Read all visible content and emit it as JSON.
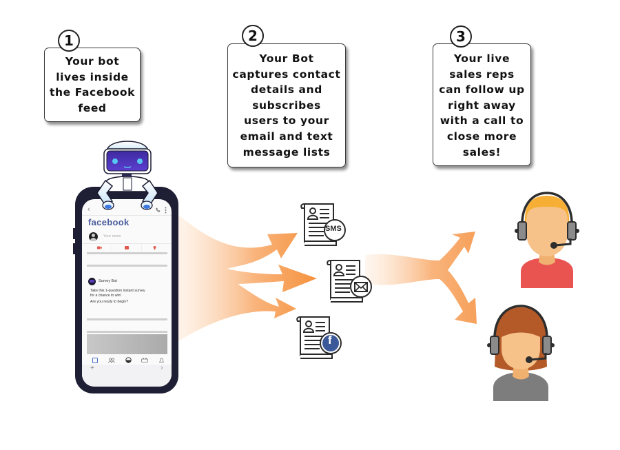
{
  "steps": [
    {
      "number": "1",
      "lines": [
        "Your bot",
        "lives inside",
        "the Facebook",
        "feed"
      ]
    },
    {
      "number": "2",
      "lines": [
        "Your Bot",
        "captures contact",
        "details and",
        "subscribes",
        "users to your",
        "email and text",
        "message lists"
      ]
    },
    {
      "number": "3",
      "lines": [
        "Your live",
        "sales reps",
        "can follow up",
        "right away",
        "with a call to",
        "close more",
        "sales!"
      ]
    }
  ],
  "phone": {
    "app_name": "facebook",
    "status_placeholder": "Your news",
    "post": {
      "author": "Survey Bot",
      "message_line1": "Take this 1-question instant survey",
      "message_line2": "for a chance to win!",
      "question": "Are you ready to begin?"
    },
    "back_glyph": "‹",
    "add_glyph": "+",
    "send_glyph": "›",
    "icons": [
      "back-icon",
      "phone-icon",
      "more-icon",
      "video-icon",
      "photo-icon",
      "location-icon",
      "home-icon",
      "friends-icon",
      "profile-icon",
      "groups-icon",
      "notifications-icon",
      "add-icon",
      "send-icon"
    ]
  },
  "channels": [
    {
      "name": "sms",
      "badge": "SMS"
    },
    {
      "name": "email",
      "badge": ""
    },
    {
      "name": "facebook",
      "badge": "f"
    }
  ],
  "colors": {
    "arrow": "#f5923e",
    "facebook_blue": "#3b5998",
    "phone_frame": "#1e1e34",
    "rep1_hair": "#f6ae34",
    "rep1_shirt": "#e95451",
    "rep2_hair": "#b35a28",
    "rep2_shirt": "#7d7d7d",
    "skin": "#f7c289"
  }
}
